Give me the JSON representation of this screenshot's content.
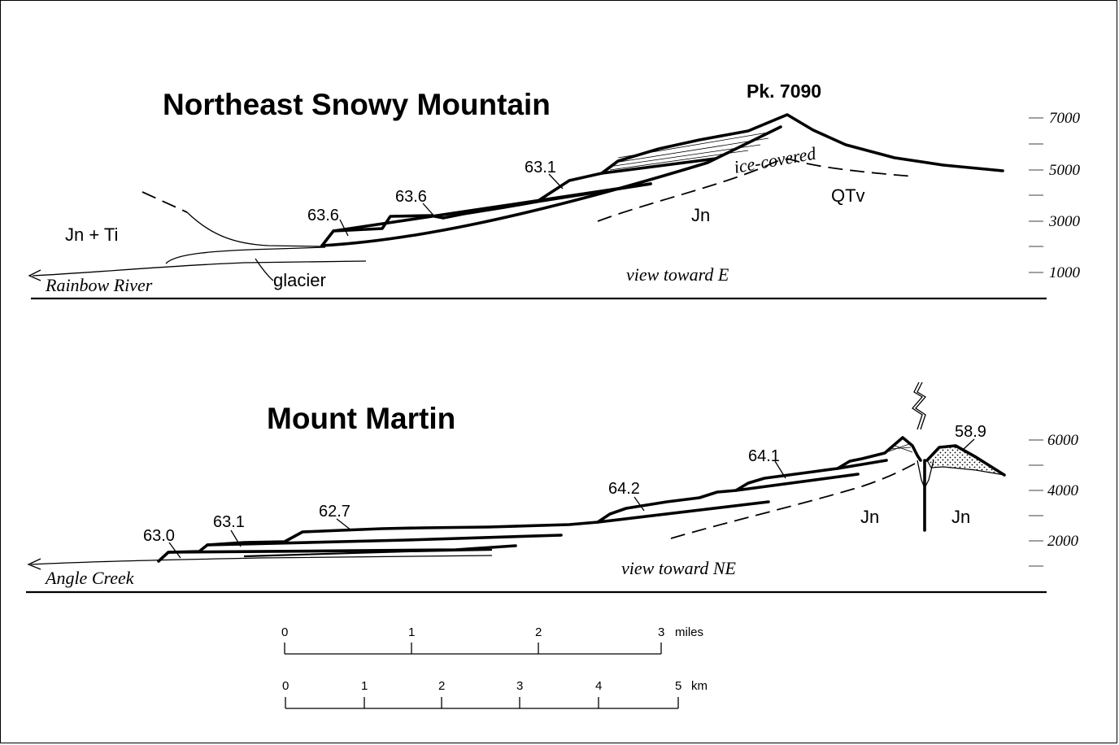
{
  "panel1": {
    "title": "Northeast Snowy Mountain",
    "peak": "Pk. 7090",
    "labels": {
      "unit_jn_ti": "Jn + Ti",
      "unit_jn": "Jn",
      "unit_qtv": "QTv",
      "glacier": "glacier",
      "river": "Rainbow River",
      "view": "view toward E",
      "ice": "ice-covered"
    },
    "ages": [
      "63.6",
      "63.6",
      "63.1"
    ],
    "elevations": [
      "7000",
      "5000",
      "3000",
      "1000"
    ]
  },
  "panel2": {
    "title": "Mount Martin",
    "labels": {
      "unit_jn_left": "Jn",
      "unit_jn_right": "Jn",
      "creek": "Angle Creek",
      "view": "view toward NE"
    },
    "ages": [
      "63.0",
      "63.1",
      "62.7",
      "64.2",
      "64.1",
      "58.9"
    ],
    "elevations": [
      "6000",
      "4000",
      "2000"
    ]
  },
  "scale_miles": {
    "ticks": [
      "0",
      "1",
      "2",
      "3"
    ],
    "unit": "miles"
  },
  "scale_km": {
    "ticks": [
      "0",
      "1",
      "2",
      "3",
      "4",
      "5"
    ],
    "unit": "km"
  }
}
